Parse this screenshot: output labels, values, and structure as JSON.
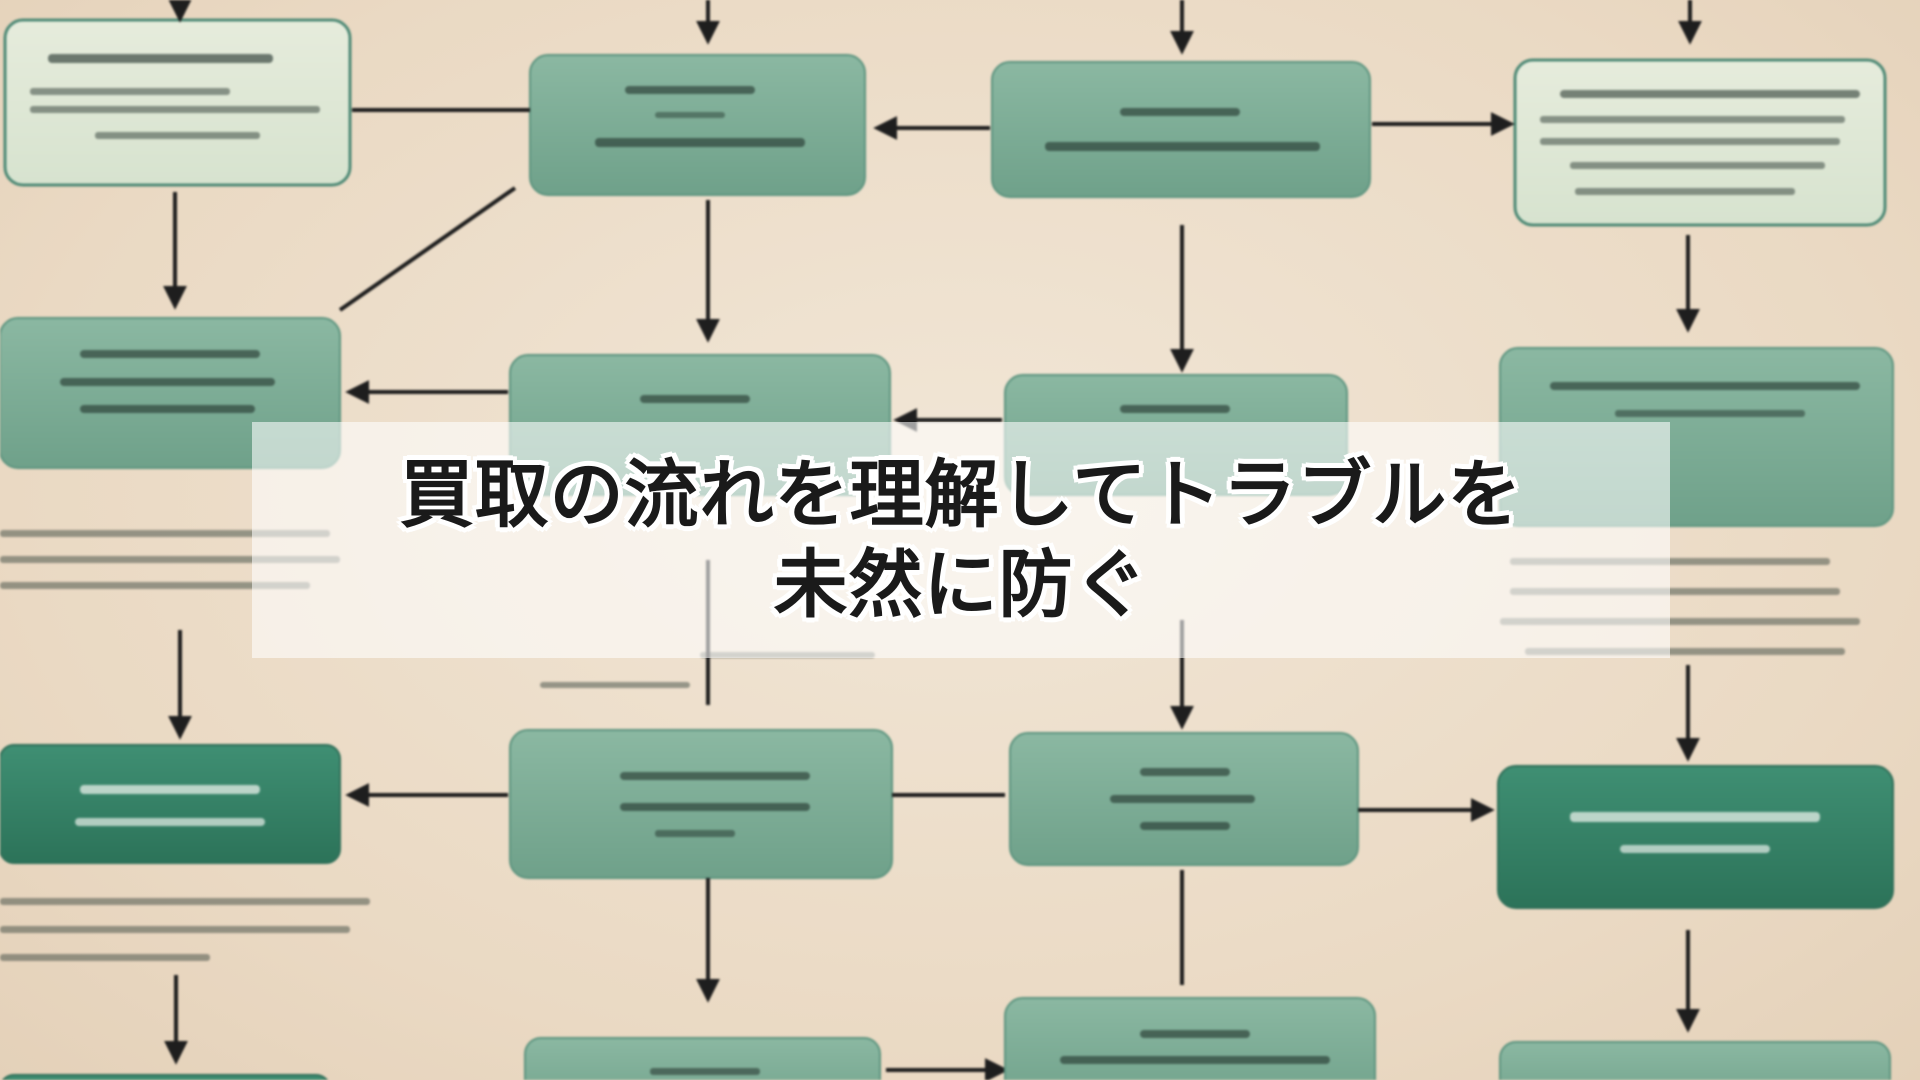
{
  "title": {
    "line1": "買取の流れを理解してトラブルを",
    "line2": "未然に防ぐ"
  },
  "background": {
    "description_type": "illegible flowchart illustration",
    "colors": {
      "page": "#efe2d0",
      "box_light": "#dfe8d6",
      "box_medium": "#7fae98",
      "box_dark": "#3f8a70",
      "arrow": "#1e1e1e",
      "box_border": "#4f8a76",
      "banner": "rgba(255,255,255,0.58)",
      "title_text": "#1a1a1a"
    }
  }
}
